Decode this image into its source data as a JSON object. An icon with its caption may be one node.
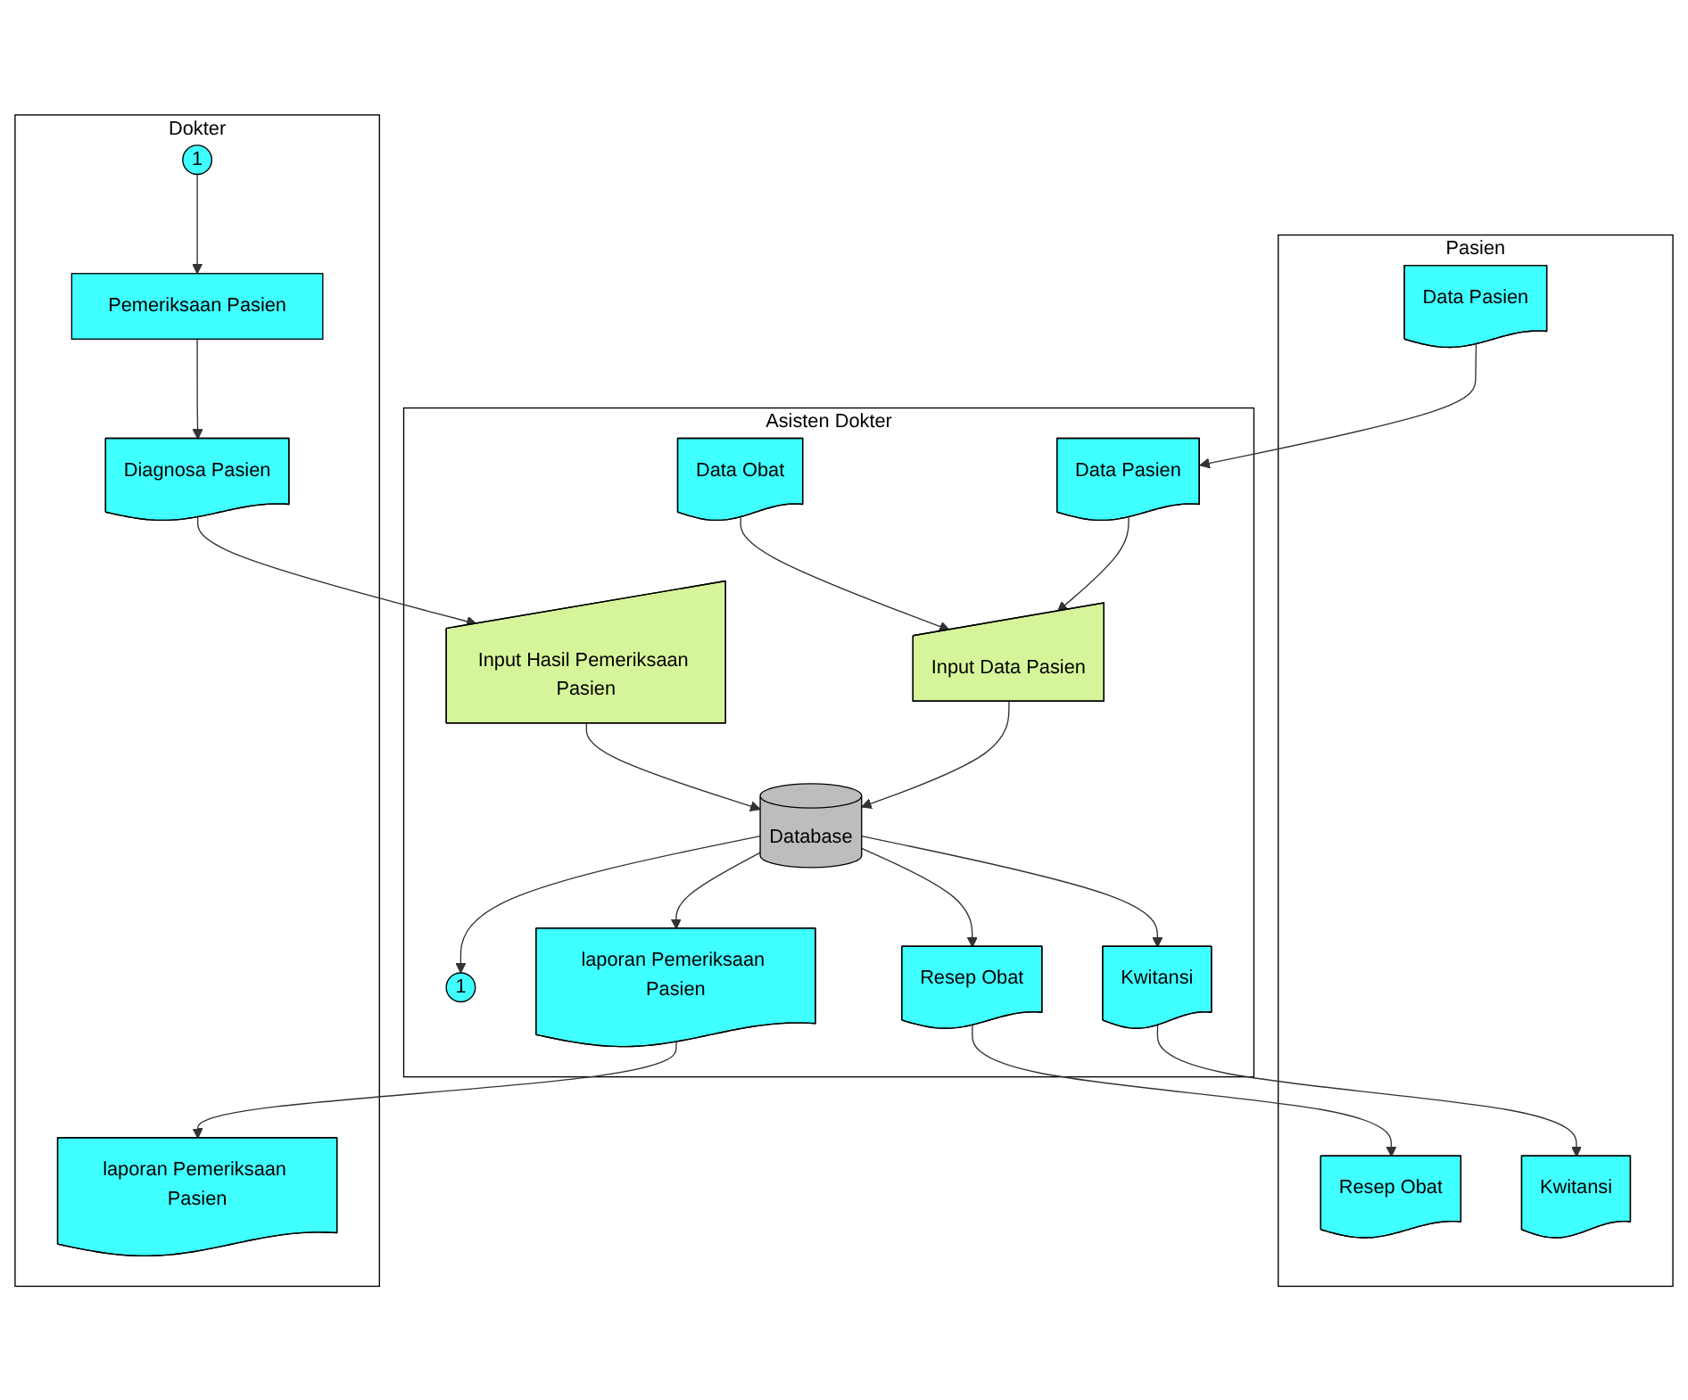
{
  "diagram": {
    "nodes": [
      {
        "text": [
          "Pasien"
        ]
      },
      {
        "text": [
          "Asisten Dokter"
        ]
      },
      {
        "text": [
          "Dokter"
        ]
      },
      {
        "text": [
          "Data Pasien"
        ],
        "in": 0
      },
      {
        "text": [
          "Data Pasien"
        ],
        "in": 1
      },
      {
        "text": [
          "Data Obat"
        ],
        "in": 1
      },
      {
        "text": [
          "1"
        ],
        "in": 2
      },
      {
        "text": [
          "Input Data Pasien"
        ],
        "in": 1
      },
      {
        "text": [
          "Pemeriksaan Pasien"
        ],
        "in": 2
      },
      {
        "text": [
          "Input Hasil Pemeriksaan Pasien"
        ],
        "in": 1
      },
      {
        "text": [
          "Diagnosa Pasien"
        ],
        "in": 2
      },
      {
        "text": [
          "Database"
        ],
        "in": 1
      },
      {
        "text": [
          "1"
        ],
        "in": 1
      },
      {
        "text": [
          "Resep Obat"
        ],
        "in": 0
      },
      {
        "text": [
          "Resep Obat"
        ],
        "in": 1
      },
      {
        "text": [
          "Kwitansi"
        ],
        "in": 0
      },
      {
        "text": [
          "Kwitansi"
        ],
        "in": 1
      },
      {
        "text": [
          "laporan Pemeriksaan Pasien"
        ],
        "in": 1
      },
      {
        "text": [
          "laporan Pemeriksaan Pasien"
        ],
        "in": 2
      }
    ],
    "edges": [
      {
        "from": 3,
        "to": 4,
        "arrow": "to"
      },
      {
        "from": 4,
        "to": 7,
        "arrow": "to"
      },
      {
        "from": 5,
        "to": 7,
        "arrow": "to"
      },
      {
        "from": 6,
        "to": 8,
        "arrow": "to"
      },
      {
        "from": 8,
        "to": 10,
        "arrow": "to"
      },
      {
        "from": 10,
        "to": 9,
        "arrow": "to"
      },
      {
        "from": 7,
        "to": 11,
        "arrow": "to"
      },
      {
        "from": 9,
        "to": 11,
        "arrow": "to"
      },
      {
        "from": 11,
        "to": 12,
        "arrow": "to"
      },
      {
        "from": 11,
        "to": 14,
        "arrow": "to"
      },
      {
        "from": 14,
        "to": 13,
        "arrow": "to"
      },
      {
        "from": 11,
        "to": 16,
        "arrow": "to"
      },
      {
        "from": 16,
        "to": 15,
        "arrow": "to"
      },
      {
        "from": 11,
        "to": 17,
        "arrow": "to"
      },
      {
        "from": 17,
        "to": 18,
        "arrow": "to"
      }
    ]
  }
}
